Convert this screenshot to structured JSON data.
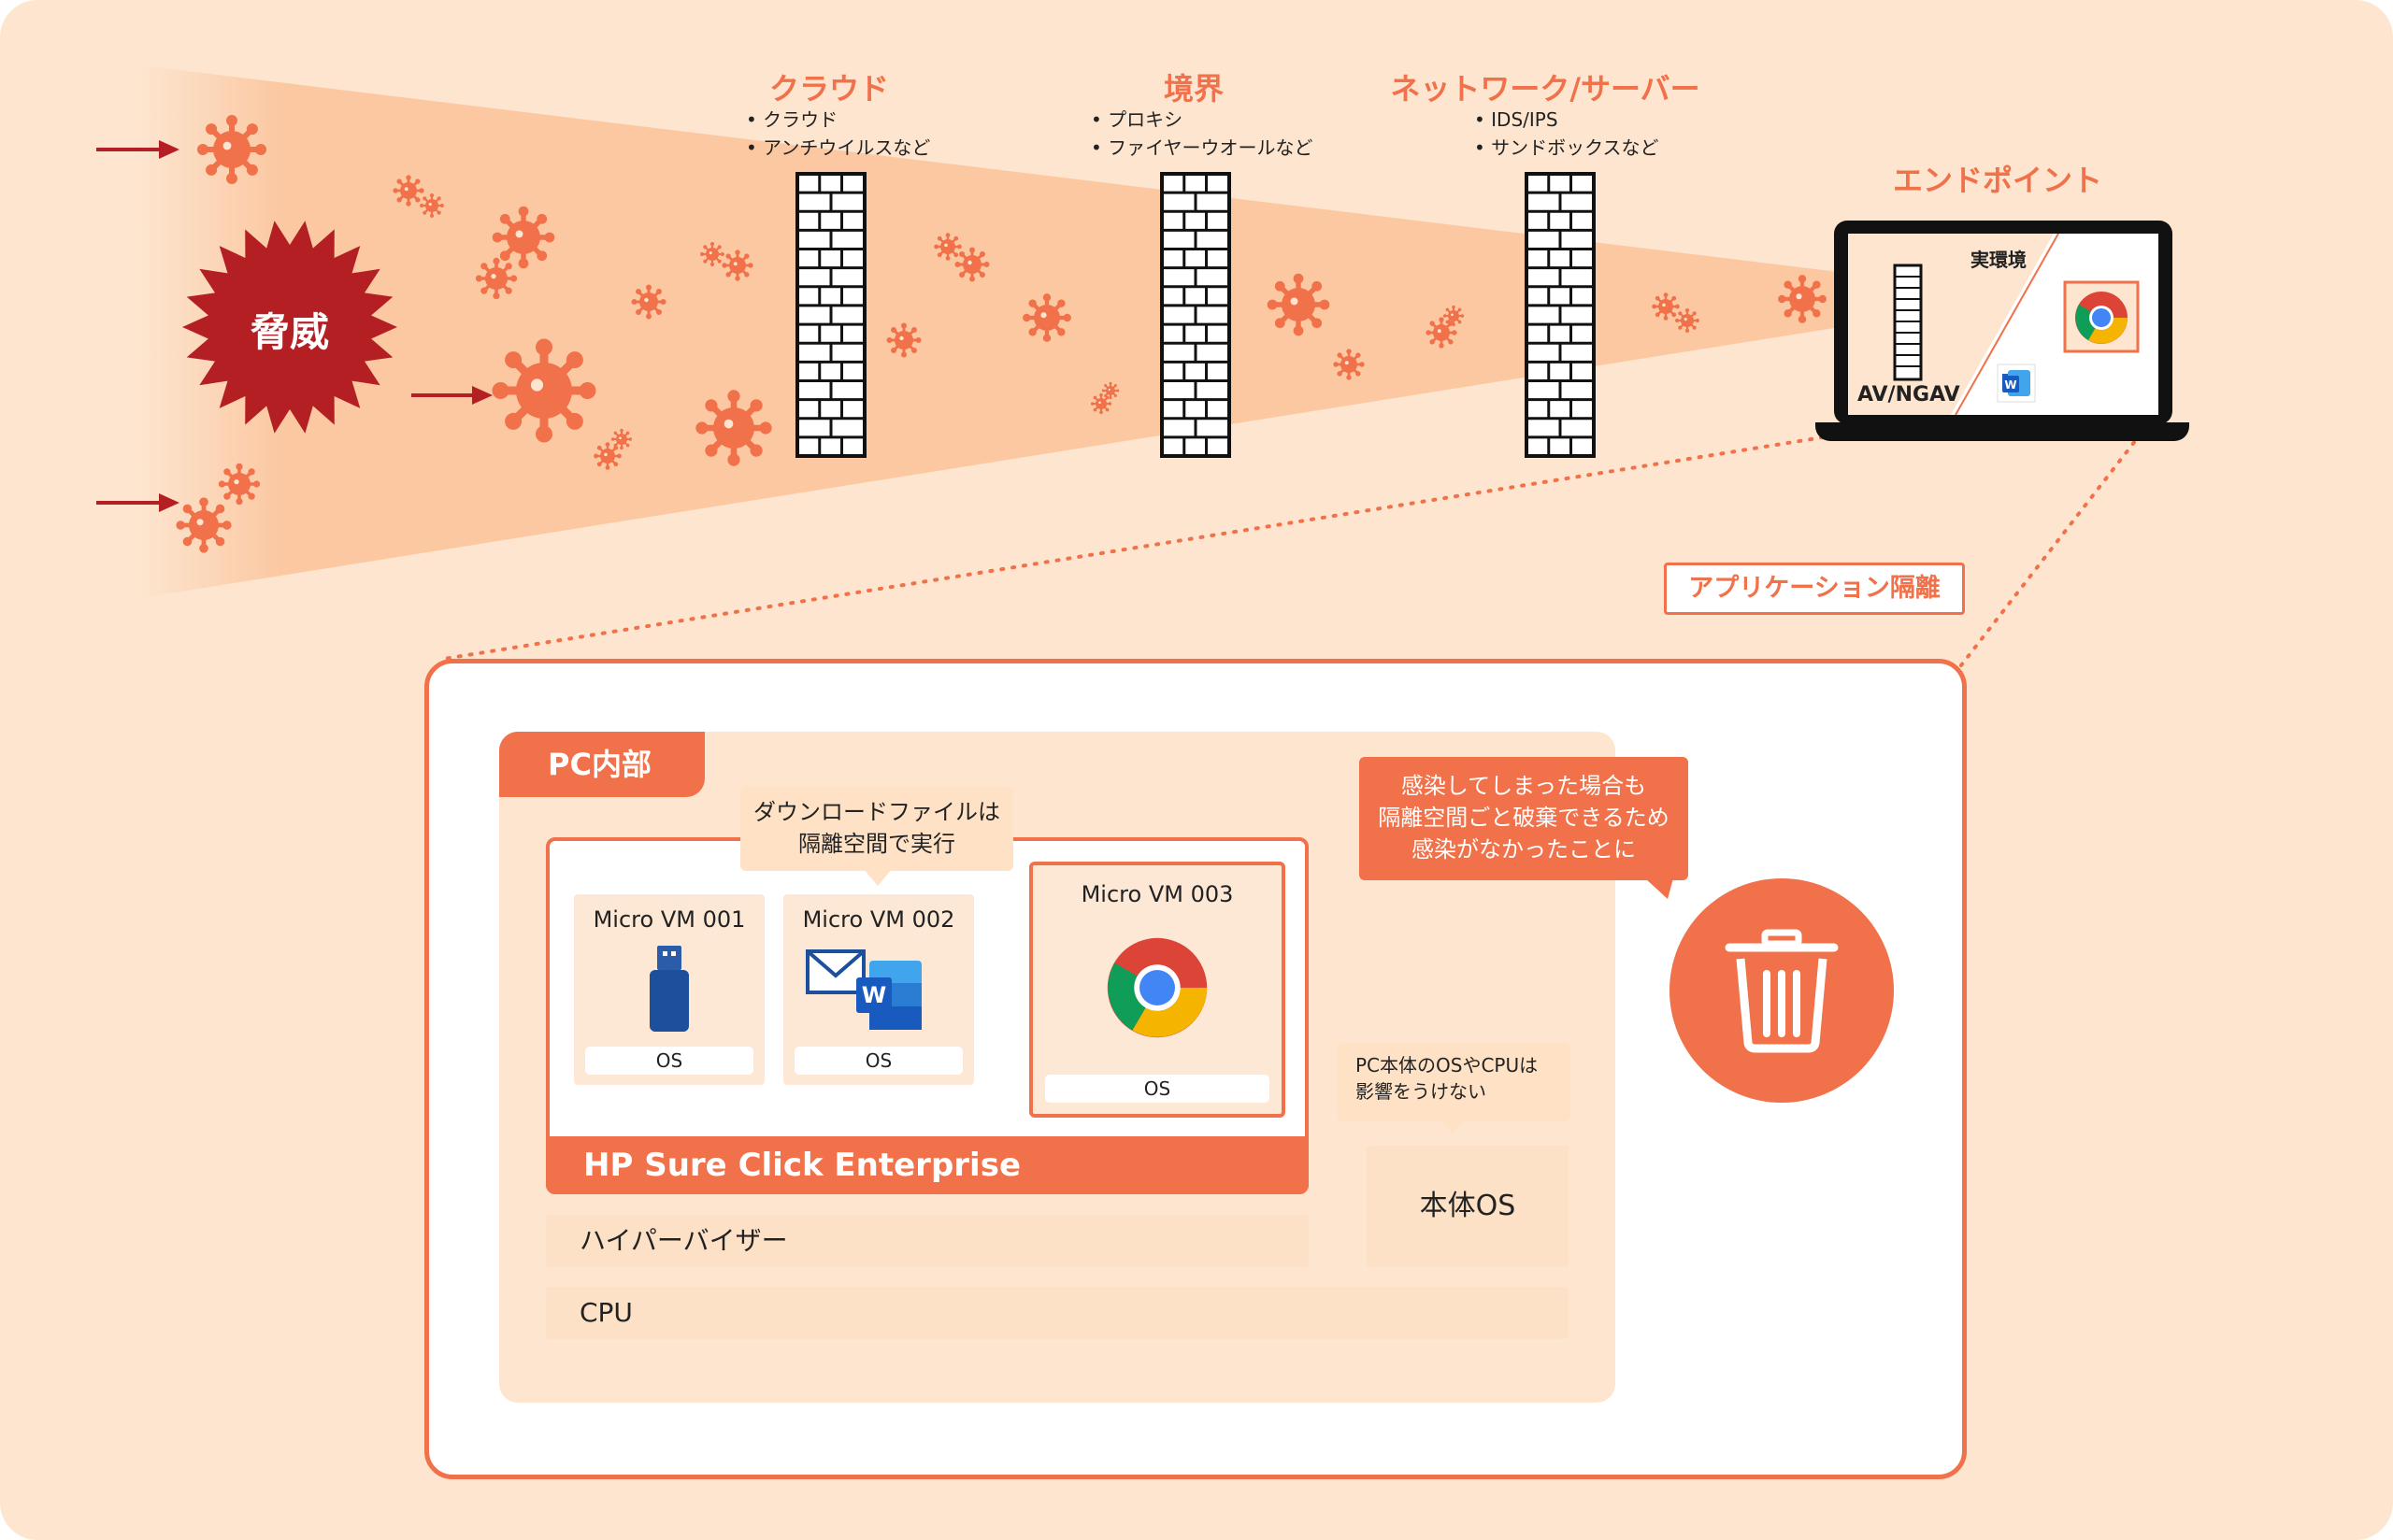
{
  "threat": {
    "label": "脅威"
  },
  "layers": [
    {
      "title": "クラウド",
      "bullets": [
        "クラウド",
        "アンチウイルスなど"
      ]
    },
    {
      "title": "境界",
      "bullets": [
        "プロキシ",
        "ファイヤーウオールなど"
      ]
    },
    {
      "title": "ネットワーク/サーバー",
      "bullets": [
        "IDS/IPS",
        "サンドボックスなど"
      ]
    }
  ],
  "endpoint": {
    "title": "エンドポイント",
    "real_env": "実環境",
    "av_label": "AV/NGAV"
  },
  "app_isolation": {
    "label": "アプリケーション隔離"
  },
  "pc": {
    "title": "PC内部",
    "download_callout": [
      "ダウンロードファイルは",
      "隔離空間で実行"
    ],
    "infect_callout": [
      "感染してしまった場合も",
      "隔離空間ごと破棄できるため",
      "感染がなかったことに"
    ],
    "host_callout": [
      "PC本体のOSやCPUは",
      "影響をうけない"
    ],
    "vms": [
      {
        "title": "Micro VM 001",
        "os": "OS",
        "icon": "usb-drive-icon"
      },
      {
        "title": "Micro VM 002",
        "os": "OS",
        "icon": "mail-word-icon"
      },
      {
        "title": "Micro VM 003",
        "os": "OS",
        "icon": "chrome-icon"
      }
    ],
    "sure_click": "HP Sure Click Enterprise",
    "hypervisor": "ハイパーバイザー",
    "cpu": "CPU",
    "host_os": "本体OS",
    "trash_icon": "trash-icon"
  },
  "colors": {
    "background": "#fde5cf",
    "accent": "#f0714a",
    "threat": "#b41f24",
    "panel": "#ffffff"
  }
}
